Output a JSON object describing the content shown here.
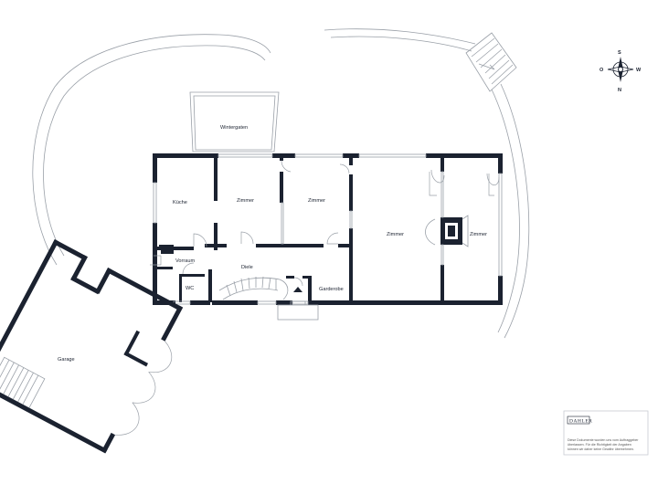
{
  "rooms": {
    "wintergarten": "Wintergaten",
    "kueche": "Küche",
    "zimmer1": "Zimmer",
    "zimmer2": "Zimmer",
    "zimmer3": "Zimmer",
    "zimmer4": "Zimmer",
    "vorraum": "Vorraum",
    "diele": "Diele",
    "wc": "WC",
    "garderobe": "Garderobe",
    "garage": "Garage"
  },
  "compass": {
    "north": "N",
    "south": "S",
    "east": "O",
    "west": "W"
  },
  "legend": {
    "brand": "DAHLER",
    "disclaimer": [
      "Diese Dokumente wurden uns vom Auftraggeber",
      "überlassen. Für die Richtigkeit der Angaben",
      "können wir daher keine Gewähr übernehmen."
    ]
  }
}
